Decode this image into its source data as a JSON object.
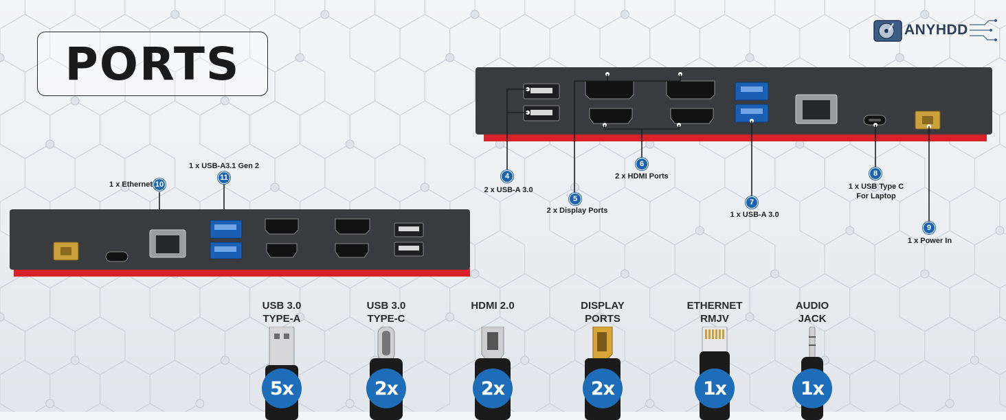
{
  "title": "PORTS",
  "brand": {
    "name": "ANYHDD"
  },
  "colors": {
    "accent_blue": "#1c63ad",
    "dock_body": "#3a3b3e",
    "dock_stripe": "#d8222a"
  },
  "port_callouts": [
    {
      "number": "4",
      "label": "2 x USB-A 3.0"
    },
    {
      "number": "5",
      "label": "2 x Display Ports"
    },
    {
      "number": "6",
      "label": "2 x HDMI Ports"
    },
    {
      "number": "7",
      "label": "1 x USB-A 3.0"
    },
    {
      "number": "8",
      "label": "1 x USB Type C",
      "label2": "For Laptop"
    },
    {
      "number": "9",
      "label": "1 x Power In"
    },
    {
      "number": "10",
      "label": "1 x Ethernet"
    },
    {
      "number": "11",
      "label": "1 x USB-A3.1 Gen 2"
    }
  ],
  "connectors": [
    {
      "label1": "USB 3.0",
      "label2": "TYPE-A",
      "count": "5x",
      "icon": "usb-a-cable-icon"
    },
    {
      "label1": "USB 3.0",
      "label2": "TYPE-C",
      "count": "2x",
      "icon": "usb-c-cable-icon"
    },
    {
      "label1": "HDMI 2.0",
      "label2": "",
      "count": "2x",
      "icon": "hdmi-cable-icon"
    },
    {
      "label1": "DISPLAY",
      "label2": "PORTS",
      "count": "2x",
      "icon": "displayport-cable-icon"
    },
    {
      "label1": "ETHERNET",
      "label2": "RMJV",
      "count": "1x",
      "icon": "ethernet-cable-icon"
    },
    {
      "label1": "AUDIO",
      "label2": "JACK",
      "count": "1x",
      "icon": "audio-jack-icon"
    }
  ]
}
